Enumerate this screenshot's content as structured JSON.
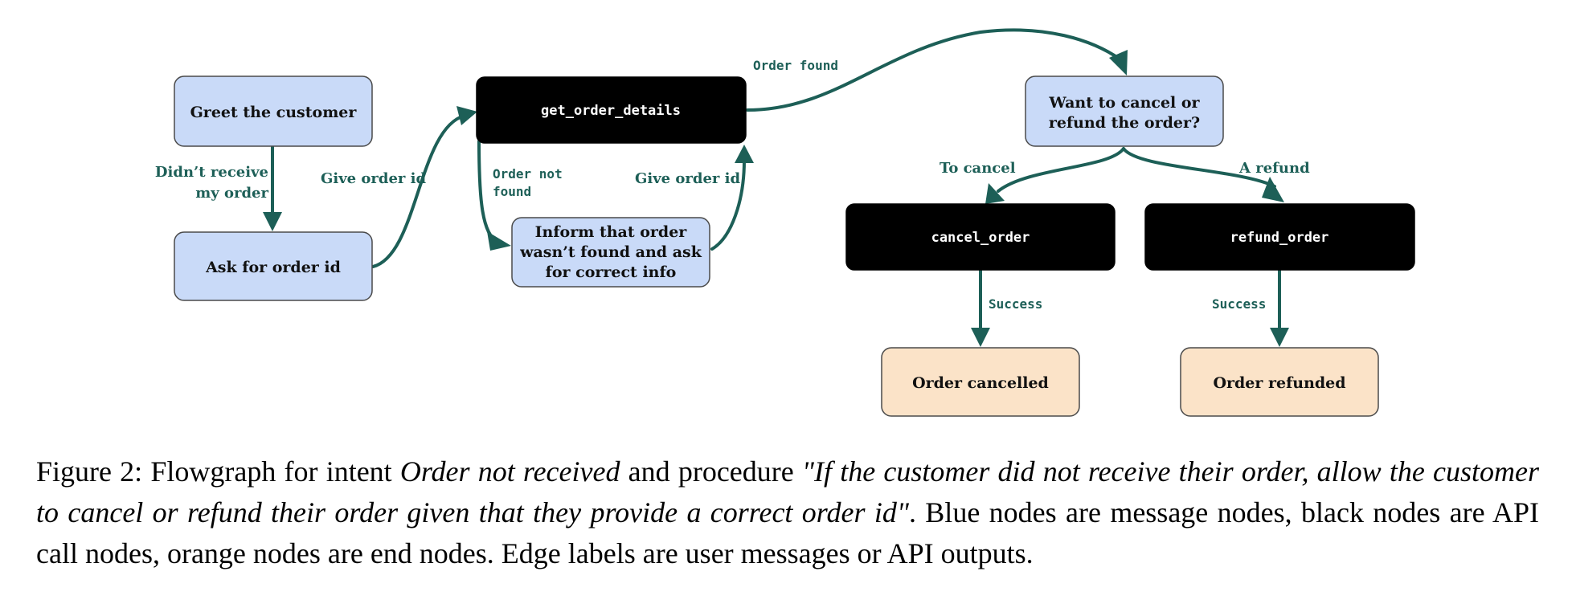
{
  "nodes": {
    "greet": {
      "lines": [
        "Greet the customer"
      ],
      "kind": "message"
    },
    "ask_id": {
      "lines": [
        "Ask for order id"
      ],
      "kind": "message"
    },
    "get_order": {
      "lines": [
        "get_order_details"
      ],
      "kind": "api"
    },
    "inform": {
      "lines": [
        "Inform that order",
        "wasn’t found and ask",
        "for correct info"
      ],
      "kind": "message"
    },
    "want": {
      "lines": [
        "Want to cancel or",
        "refund the order?"
      ],
      "kind": "message"
    },
    "cancel_api": {
      "lines": [
        "cancel_order"
      ],
      "kind": "api"
    },
    "refund_api": {
      "lines": [
        "refund_order"
      ],
      "kind": "api"
    },
    "cancelled": {
      "lines": [
        "Order cancelled"
      ],
      "kind": "end"
    },
    "refunded": {
      "lines": [
        "Order refunded"
      ],
      "kind": "end"
    }
  },
  "edges": {
    "didnt_receive": {
      "from": "greet",
      "to": "ask_id",
      "lines": [
        "Didn’t receive",
        "my order"
      ]
    },
    "give_id_1": {
      "from": "ask_id",
      "to": "get_order",
      "lines": [
        "Give order id"
      ]
    },
    "not_found": {
      "from": "get_order",
      "to": "inform",
      "lines": [
        "Order not",
        "found"
      ]
    },
    "give_id_2": {
      "from": "inform",
      "to": "get_order",
      "lines": [
        "Give order id"
      ]
    },
    "found": {
      "from": "get_order",
      "to": "want",
      "lines": [
        "Order found"
      ]
    },
    "to_cancel": {
      "from": "want",
      "to": "cancel_api",
      "lines": [
        "To cancel"
      ]
    },
    "a_refund": {
      "from": "want",
      "to": "refund_api",
      "lines": [
        "A refund"
      ]
    },
    "success_cancel": {
      "from": "cancel_api",
      "to": "cancelled",
      "lines": [
        "Success"
      ]
    },
    "success_refund": {
      "from": "refund_api",
      "to": "refunded",
      "lines": [
        "Success"
      ]
    }
  },
  "caption": {
    "figure_label": "Figure 2:",
    "t1": " Flowgraph for intent ",
    "intent": "Order not received",
    "t2": " and procedure ",
    "procedure": "\"If the customer did not receive their order, allow the customer to cancel or refund their order given that they provide a correct order id\"",
    "t3": ". Blue nodes are message nodes, black nodes are API call nodes, orange nodes are end nodes. Edge labels are user messages or API outputs."
  },
  "colors": {
    "message_node": "#c9daf8",
    "api_node": "#000000",
    "end_node": "#fbe3c8",
    "edge": "#1d5f57"
  }
}
